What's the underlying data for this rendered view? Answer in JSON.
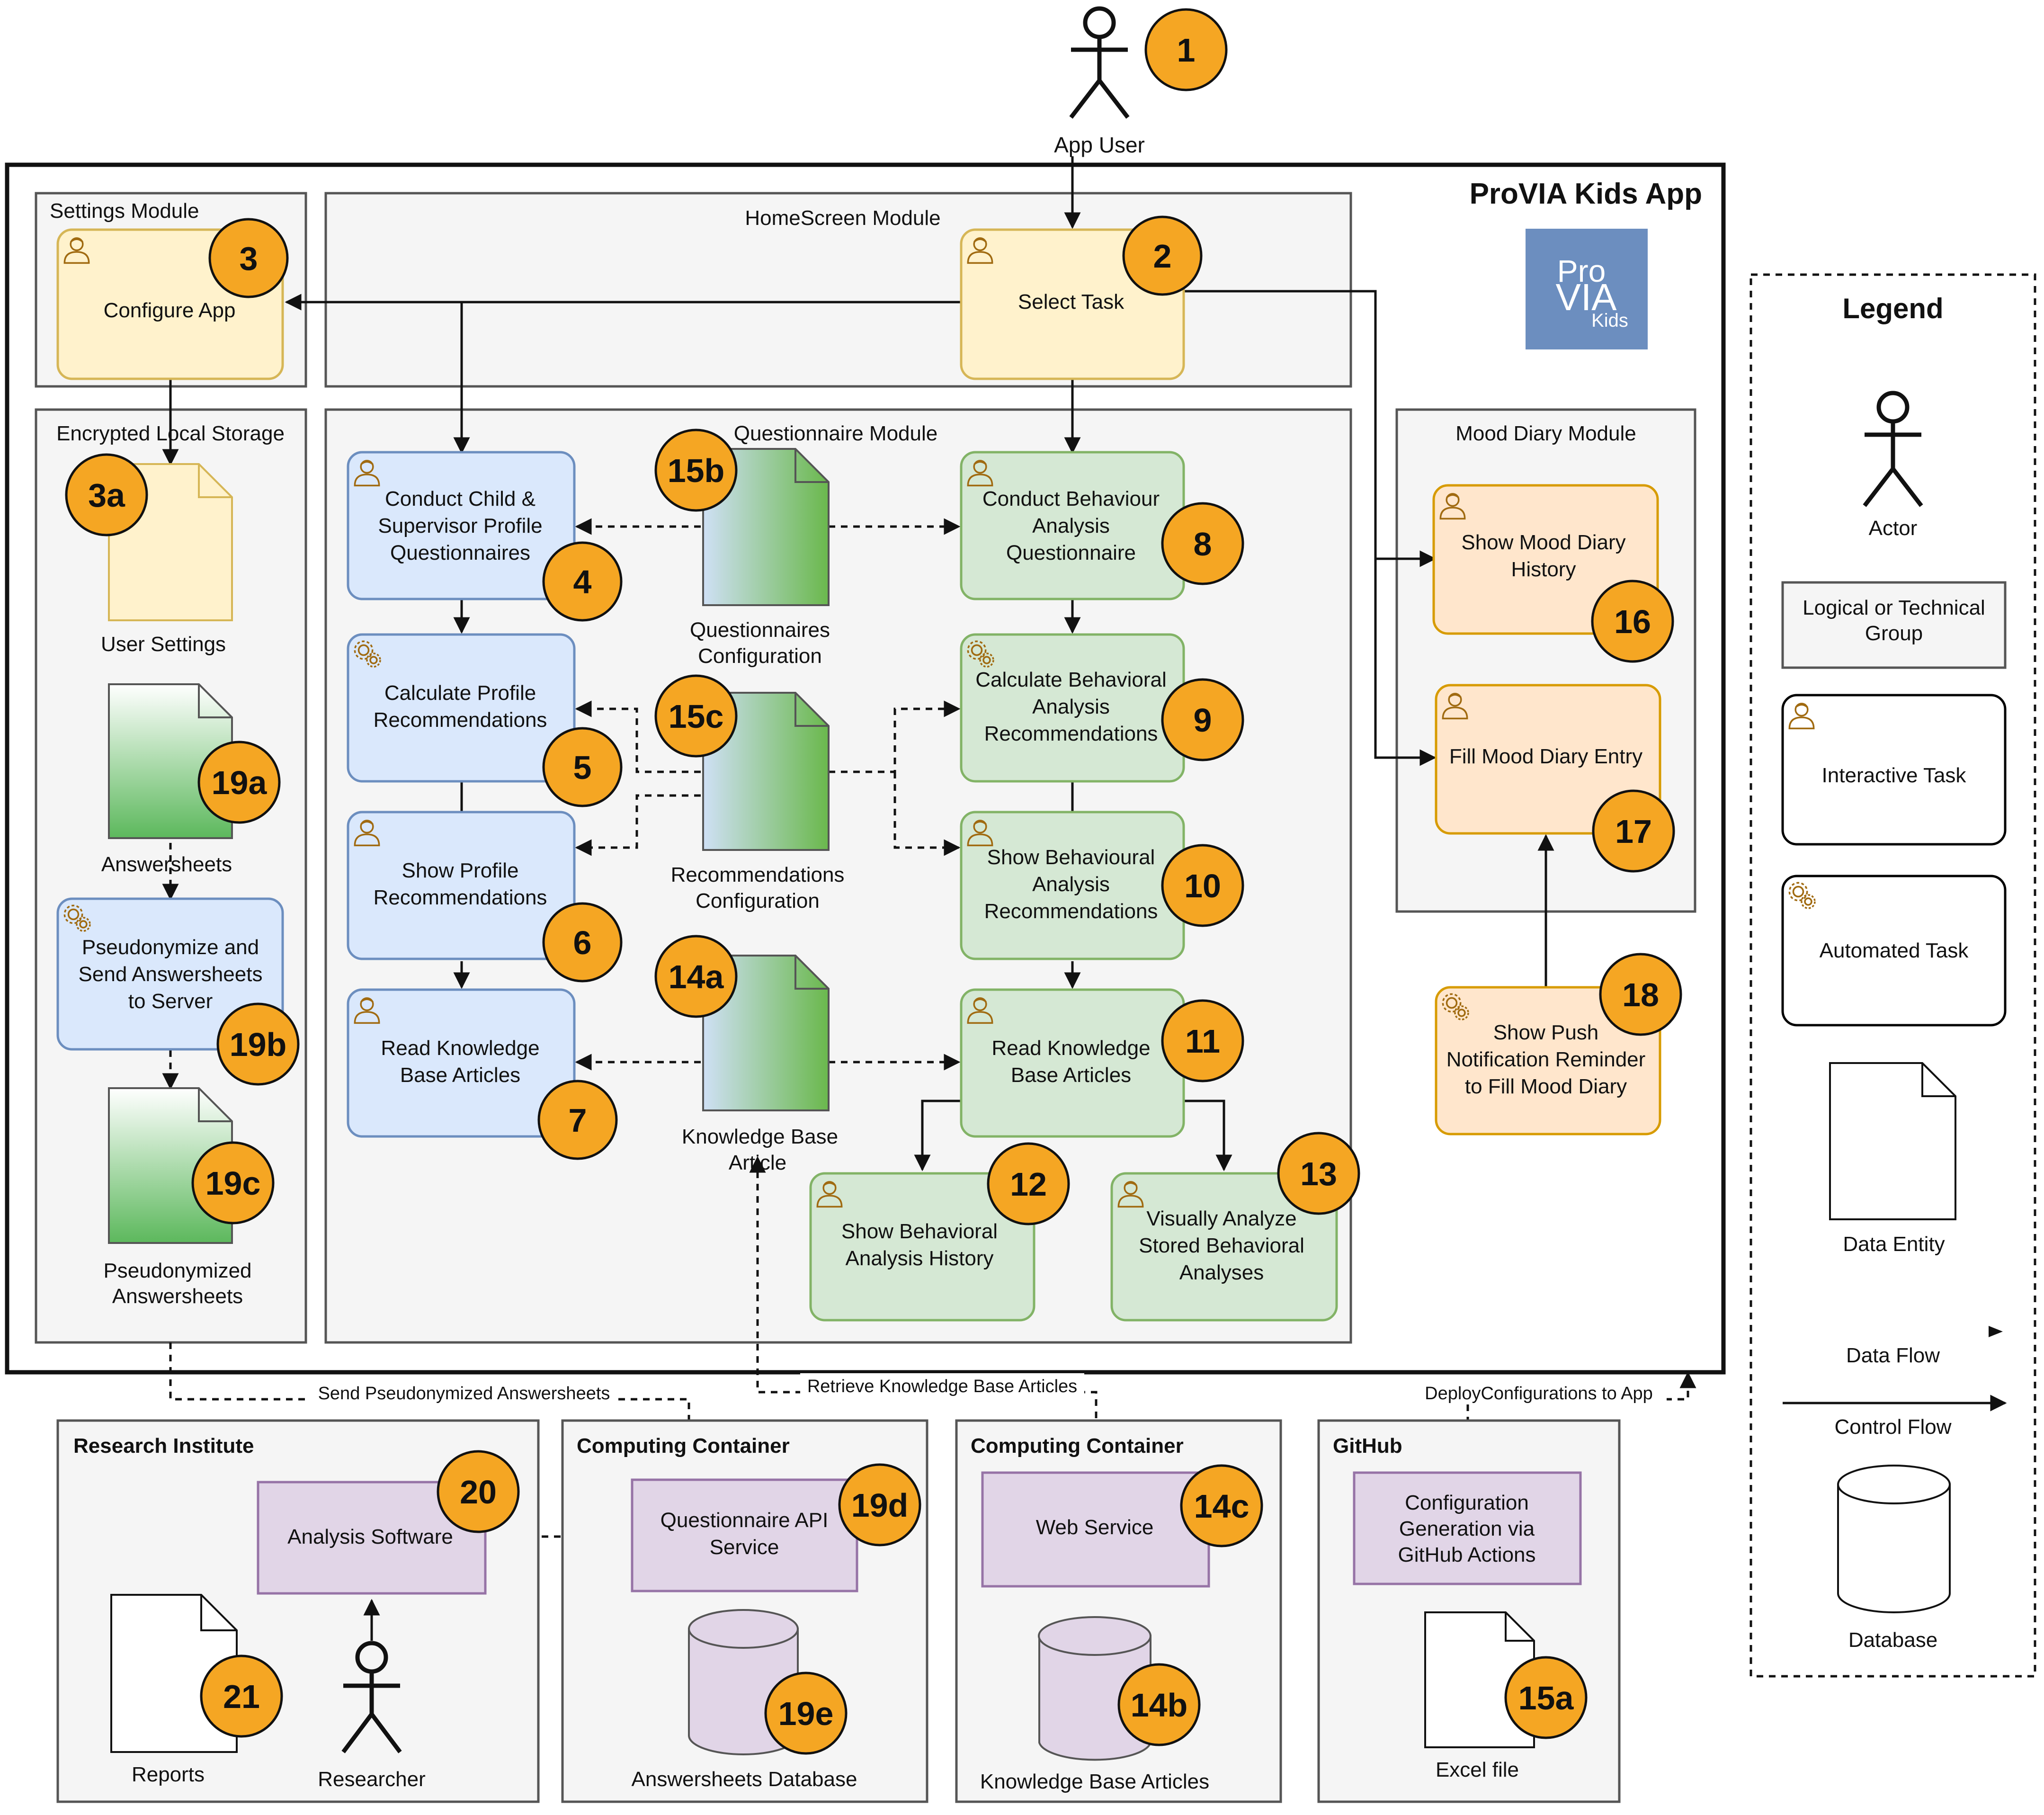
{
  "app_title": "ProVIA Kids App",
  "logo": {
    "line1": "Pro",
    "line2": "VIA",
    "line3": "Kids",
    "color": "#6c8ebf"
  },
  "actors": {
    "app_user": "App User",
    "researcher": "Researcher"
  },
  "groups": {
    "settings": "Settings Module",
    "homescreen": "HomeScreen Module",
    "storage": "Encrypted Local Storage",
    "questionnaire": "Questionnaire Module",
    "mood": "Mood Diary Module",
    "research": "Research Institute",
    "computing1": "Computing Container",
    "computing2": "Computing Container",
    "github": "GitHub"
  },
  "tasks": {
    "t2": [
      "Select Task"
    ],
    "t3": [
      "Configure App"
    ],
    "t4": [
      "Conduct Child &",
      "Supervisor Profile",
      "Questionnaires"
    ],
    "t5": [
      "Calculate Profile",
      "Recommendations"
    ],
    "t6": [
      "Show Profile",
      "Recommendations"
    ],
    "t7": [
      "Read Knowledge",
      "Base Articles"
    ],
    "t8": [
      "Conduct Behaviour",
      "Analysis",
      "Questionnaire"
    ],
    "t9": [
      "Calculate Behavioral",
      "Analysis",
      "Recommendations"
    ],
    "t10": [
      "Show Behavioural",
      "Analysis",
      "Recommendations"
    ],
    "t11": [
      "Read Knowledge",
      "Base Articles"
    ],
    "t12": [
      "Show Behavioral",
      "Analysis History"
    ],
    "t13": [
      "Visually Analyze",
      "Stored Behavioral",
      "Analyses"
    ],
    "t16": [
      "Show Mood Diary",
      "History"
    ],
    "t17": [
      "Fill Mood Diary Entry"
    ],
    "t18": [
      "Show Push",
      "Notification Reminder",
      "to Fill Mood Diary"
    ],
    "t19b": [
      "Pseudonymize and",
      "Send Answersheets",
      "to Server"
    ],
    "t20": [
      "Analysis Software"
    ],
    "t19d": [
      "Questionnaire API",
      "Service"
    ],
    "t14c": [
      "Web Service"
    ],
    "t15gen": [
      "Configuration",
      "Generation via",
      "GitHub Actions"
    ]
  },
  "entities": {
    "e3a": [
      "User Settings"
    ],
    "e19a": [
      "Answersheets"
    ],
    "e19c": [
      "Pseudonymized",
      "Answersheets"
    ],
    "e15b": [
      "Questionnaires",
      "Configuration"
    ],
    "e15c": [
      "Recommendations",
      "Configuration"
    ],
    "e14a": [
      "Knowledge Base",
      "Article"
    ],
    "e21": [
      "Reports"
    ],
    "e15a": [
      "Excel file"
    ],
    "e19e": [
      "Answersheets Database"
    ],
    "e14b": [
      "Knowledge Base Articles"
    ]
  },
  "flow_labels": {
    "send": "Send Pseudonymized Answersheets",
    "retrieve": "Retrieve Knowledge Base Articles",
    "deploy": "DeployConfigurations to App"
  },
  "badges": {
    "b1": "1",
    "b2": "2",
    "b3": "3",
    "b3a": "3a",
    "b4": "4",
    "b5": "5",
    "b6": "6",
    "b7": "7",
    "b8": "8",
    "b9": "9",
    "b10": "10",
    "b11": "11",
    "b12": "12",
    "b13": "13",
    "b14a": "14a",
    "b14b": "14b",
    "b14c": "14c",
    "b15a": "15a",
    "b15b": "15b",
    "b15c": "15c",
    "b16": "16",
    "b17": "17",
    "b18": "18",
    "b19a": "19a",
    "b19b": "19b",
    "b19c": "19c",
    "b19d": "19d",
    "b19e": "19e",
    "b20": "20",
    "b21": "21"
  },
  "legend": {
    "title": "Legend",
    "actor": "Actor",
    "group": [
      "Logical or Technical",
      "Group"
    ],
    "interactive": "Interactive Task",
    "automated": "Automated Task",
    "entity": "Data Entity",
    "dataflow": "Data Flow",
    "controlflow": "Control Flow",
    "database": "Database"
  }
}
